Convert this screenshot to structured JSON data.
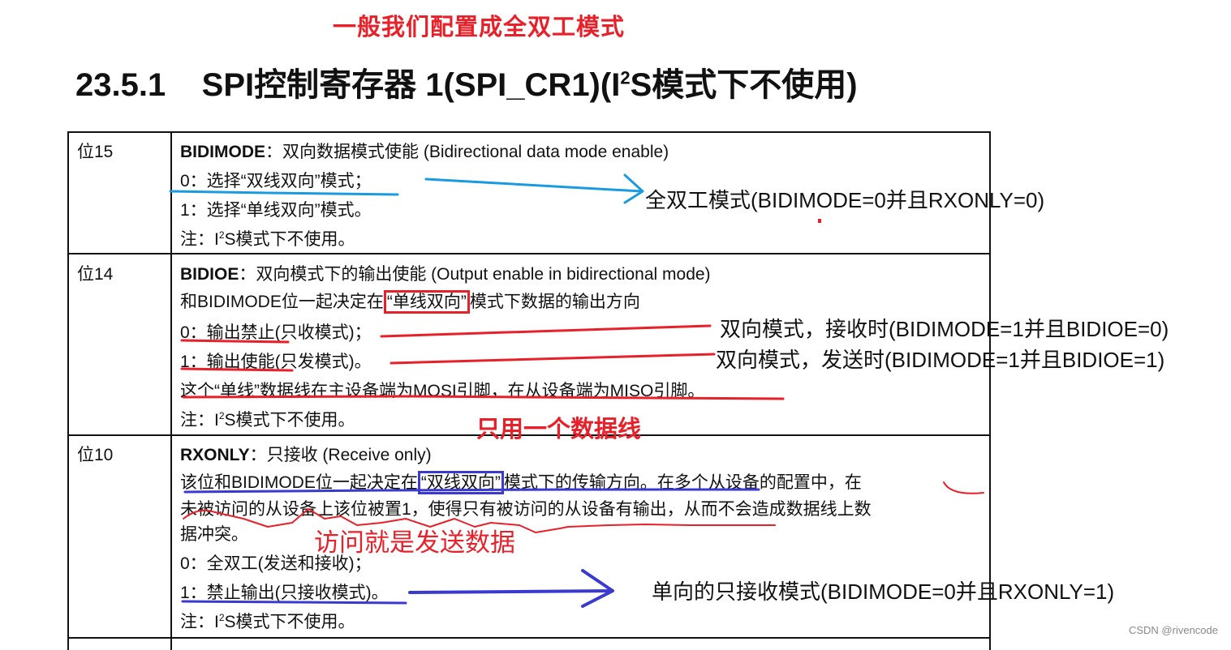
{
  "annotation_heading": "一般我们配置成全双工模式",
  "title": {
    "number": "23.5.1",
    "pre": "SPI控制寄存器 1(SPI_CR1)(I",
    "sup": "2",
    "post": "S模式下不使用)"
  },
  "rows": [
    {
      "bit": "位15",
      "name": "BIDIMODE",
      "desc": "：双向数据模式使能 (Bidirectional data mode enable)",
      "lines": [
        "0：选择“双线双向”模式；",
        "1：选择“单线双向”模式。"
      ],
      "note_pre": "注：I",
      "note_sup": "2",
      "note_post": "S模式下不使用。"
    },
    {
      "bit": "位14",
      "name": "BIDIOE",
      "desc": "：双向模式下的输出使能 (Output enable in bidirectional mode)",
      "line1_pre": "和BIDIMODE位一起决定在",
      "line1_box": "“单线双向”",
      "line1_post": "模式下数据的输出方向",
      "lines": [
        "0：输出禁止(只收模式)；",
        "1：输出使能(只发模式)。",
        "这个“单线”数据线在主设备端为MOSI引脚，在从设备端为MISO引脚。"
      ],
      "note_pre": "注：I",
      "note_sup": "2",
      "note_post": "S模式下不使用。"
    },
    {
      "bit": "位10",
      "name": "RXONLY",
      "desc": "：只接收 (Receive only)",
      "line1_pre": "该位和BIDIMODE位一起决定在",
      "line1_box": "“双线双向”",
      "line1_post": "模式下的传输方向。在多个从设备的配置中，在",
      "lines": [
        "未被访问的从设备上该位被置1，使得只有被访问的从设备有输出，从而不会造成数据线上数",
        "据冲突。",
        "0：全双工(发送和接收)；",
        "1：禁止输出(只接收模式)。"
      ],
      "note_pre": "注：I",
      "note_sup": "2",
      "note_post": "S模式下不使用。"
    }
  ],
  "annotations": {
    "full_duplex": "全双工模式(BIDIMODE=0并且RXONLY=0)",
    "bidir_rx": "双向模式，接收时(BIDIMODE=1并且BIDIOE=0)",
    "bidir_tx": "双向模式，发送时(BIDIMODE=1并且BIDIOE=1)",
    "single_line": "只用一个数据线",
    "access_means_send": "访问就是发送数据",
    "rx_only": "单向的只接收模式(BIDIMODE=0并且RXONLY=1)"
  },
  "watermark": "CSDN @rivencode",
  "colors": {
    "red": "#e8202a",
    "blue_arrow": "#1a9be0",
    "purple_blue": "#3a3ad0"
  }
}
